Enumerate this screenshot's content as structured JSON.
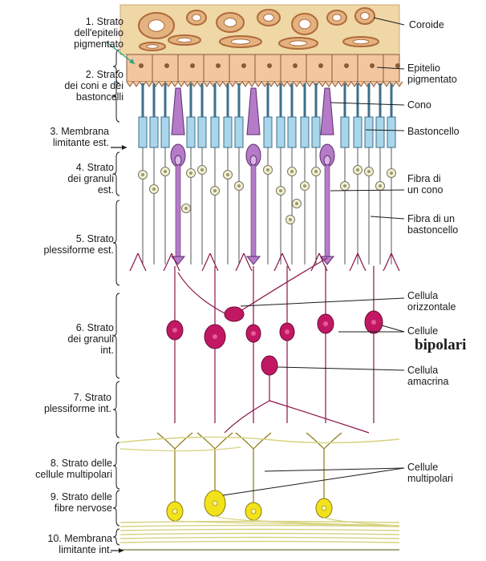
{
  "colors": {
    "choroid": "#efd7a6",
    "choroid_vessel": "#b06a3a",
    "epithelium": "#f2c7a0",
    "epithelium_line": "#8a5a3a",
    "rod": "#a9d6ea",
    "rod_dark": "#3e6f8a",
    "cone": "#b57bc8",
    "cone_dark": "#5b2d6b",
    "bipolar": "#c21863",
    "bipolar_light": "#e45c98",
    "ganglion": "#f2e21a",
    "ganglion_dark": "#8a7a10",
    "fiber": "#d7d27e",
    "line": "#1a1a1a"
  },
  "left_labels": [
    {
      "key": "l1",
      "lines": [
        "1. Strato",
        "dell'epitelio",
        "pigmentato"
      ]
    },
    {
      "key": "l2",
      "lines": [
        "2. Strato",
        "dei coni e dei",
        "bastoncelli"
      ]
    },
    {
      "key": "l3",
      "lines": [
        "3. Membrana",
        "limitante est."
      ]
    },
    {
      "key": "l4",
      "lines": [
        "4. Strato",
        "dei granuli",
        "est."
      ]
    },
    {
      "key": "l5",
      "lines": [
        "5. Strato",
        "plessiforme est."
      ]
    },
    {
      "key": "l6",
      "lines": [
        "6. Strato",
        "dei granuli",
        "int."
      ]
    },
    {
      "key": "l7",
      "lines": [
        "7. Strato",
        "plessiforme int."
      ]
    },
    {
      "key": "l8",
      "lines": [
        "8. Strato delle",
        "cellule multipolari"
      ]
    },
    {
      "key": "l9",
      "lines": [
        "9. Strato delle",
        "fibre nervose"
      ]
    },
    {
      "key": "l10",
      "lines": [
        "10. Membrana",
        "limitante int."
      ]
    }
  ],
  "right_labels": [
    {
      "key": "r1",
      "lines": [
        "Coroide"
      ]
    },
    {
      "key": "r2",
      "lines": [
        "Epitelio",
        "pigmentato"
      ]
    },
    {
      "key": "r3",
      "lines": [
        "Cono"
      ]
    },
    {
      "key": "r4",
      "lines": [
        "Bastoncello"
      ]
    },
    {
      "key": "r5",
      "lines": [
        "Fibra di",
        "un cono"
      ]
    },
    {
      "key": "r6",
      "lines": [
        "Fibra di un",
        "bastoncello"
      ]
    },
    {
      "key": "r7",
      "lines": [
        "Cellula",
        "orizzontale"
      ]
    },
    {
      "key": "r8",
      "lines": [
        "Cellule"
      ]
    },
    {
      "key": "r8b",
      "lines": [
        "bipolari"
      ]
    },
    {
      "key": "r9",
      "lines": [
        "Cellula",
        "amacrina"
      ]
    },
    {
      "key": "r10",
      "lines": [
        "Cellule",
        "multipolari"
      ]
    }
  ]
}
